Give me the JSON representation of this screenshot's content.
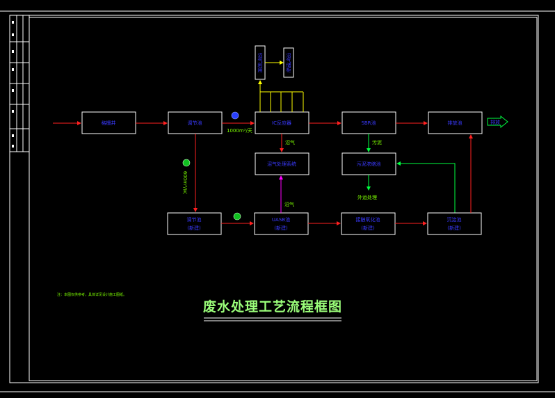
{
  "colors": {
    "background": "#000000",
    "frame": "#ffffff",
    "flow_arrow": "#ff2020",
    "gas_line": "#ffff00",
    "sludge_line": "#00ff40",
    "biogas_arrow": "#ff00ff",
    "node_text": "#3a3aff",
    "label_text": "#7CFC00",
    "title": "#9bff7a"
  },
  "title": "废水处理工艺流程框图",
  "note": "注：本图仅供参考，具体详见设计施工图纸。",
  "labels": {
    "flow_rate": "1000m³/天",
    "flow_rate_vertical": "600m³/天",
    "biogas_top": "沼气",
    "biogas_bottom": "沼气",
    "sludge": "污泥",
    "sludge_out": "外运处理"
  },
  "nodes": {
    "grille": "格栅井",
    "reg1": "调节池",
    "ic": "IC反应器",
    "sbr": "SBR池",
    "outlet": "排放池",
    "gas_sys": "沼气处理系统",
    "sludge_tank": "污泥浓缩池",
    "reg2_line1": "调节池",
    "reg2_line2": "(新建)",
    "uasb_line1": "UASB池",
    "uasb_line2": "(新建)",
    "contact_line1": "接触氧化池",
    "contact_line2": "(新建)",
    "sed_line1": "沉淀池",
    "sed_line2": "(新建)",
    "top1": "沼气利用",
    "top2": "沼气储柜",
    "discharge": "排放"
  },
  "icons": {
    "pump_blue": "pump-blue-icon",
    "pump_green": "pump-green-icon"
  }
}
